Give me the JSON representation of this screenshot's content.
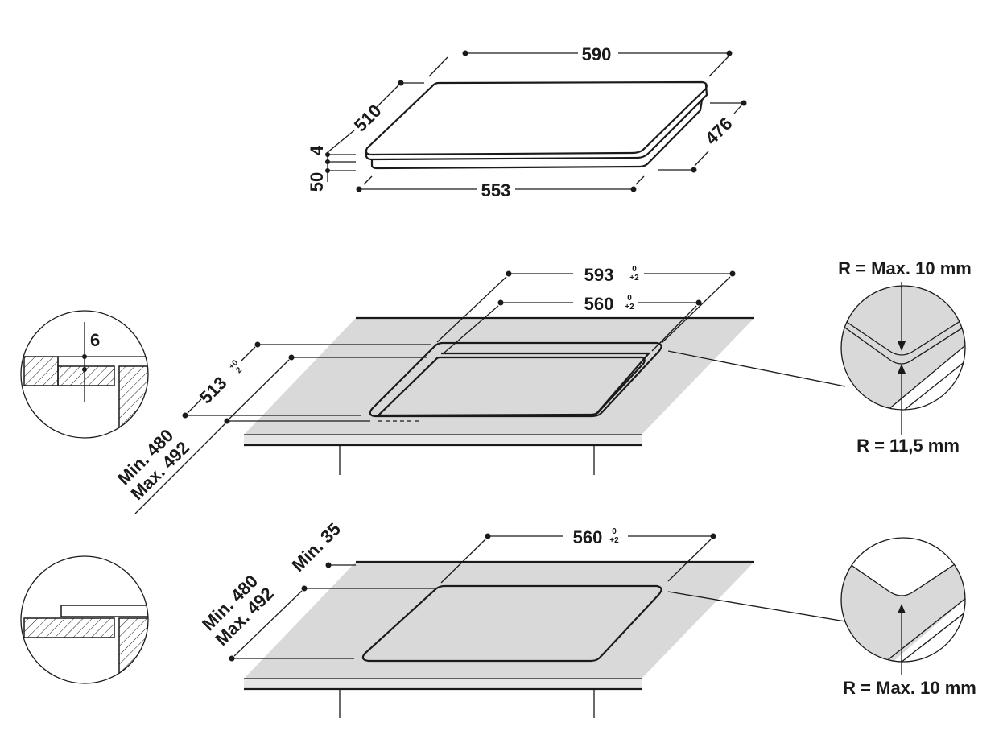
{
  "hob": {
    "width": "590",
    "depth": "510",
    "bottom_depth": "476",
    "bottom_width": "553",
    "glass_thickness": "4",
    "height": "50"
  },
  "cutout_flush": {
    "outer_width": "593",
    "outer_width_tol_upper": "0",
    "outer_width_tol_lower": "+2",
    "inner_width": "560",
    "inner_width_tol_upper": "0",
    "inner_width_tol_lower": "+2",
    "outer_depth": "513",
    "outer_depth_tol_upper": "+0",
    "outer_depth_tol_lower": "2",
    "depth_min": "Min. 480",
    "depth_max": "Max. 492",
    "recess_depth": "6",
    "corner_radius_top": "R = Max. 10 mm",
    "corner_radius_bottom": "R = 11,5 mm"
  },
  "cutout_standard": {
    "width": "560",
    "width_tol_upper": "0",
    "width_tol_lower": "+2",
    "front_min": "Min. 35",
    "depth_min": "Min. 480",
    "depth_max": "Max. 492",
    "corner_radius": "R = Max. 10 mm"
  }
}
